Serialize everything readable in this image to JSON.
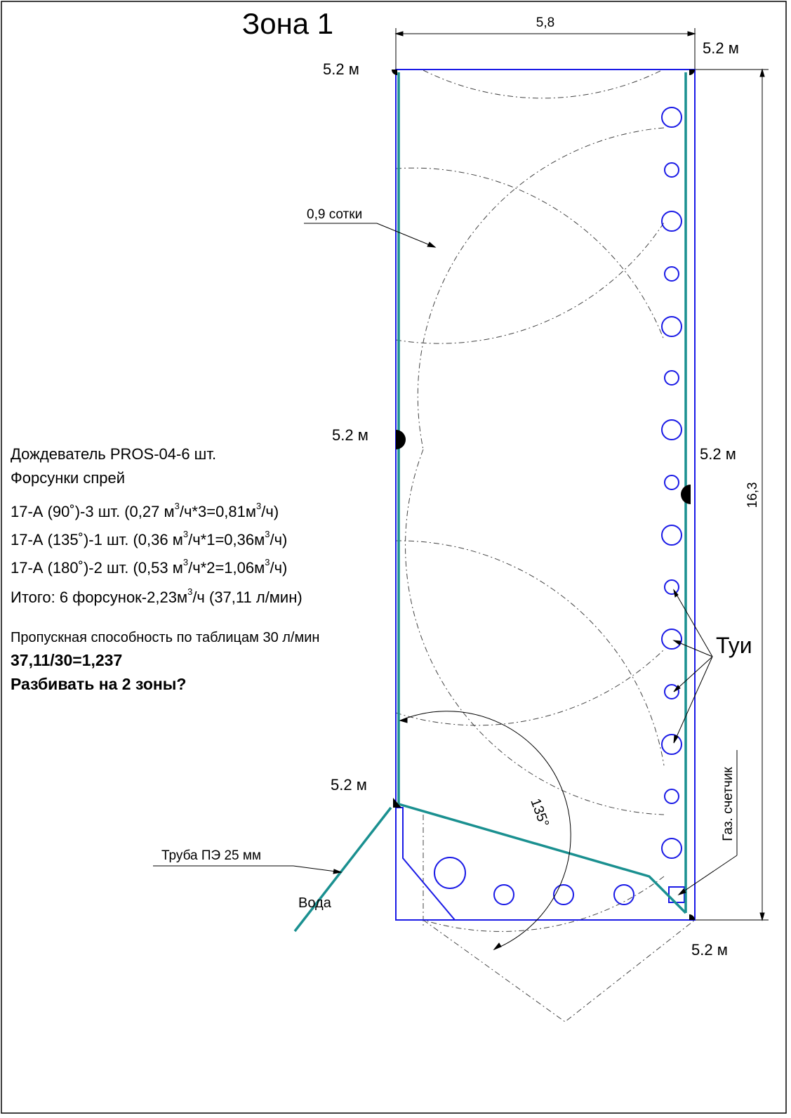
{
  "title": "Зона 1",
  "dimensions": {
    "width": "5,8",
    "length": "16,3"
  },
  "sprinkler_labels": {
    "top_left": "5.2 м",
    "top_right": "5.2 м",
    "mid_left": "5.2 м",
    "mid_right": "5.2 м",
    "bottom_left": "5.2 м",
    "bottom_right": "5.2 м"
  },
  "annotations": {
    "area": "0,9 сотки",
    "thuja": "Туи",
    "gas_meter": "Газ. счетчик",
    "angle": "135°",
    "pipe": "Труба ПЭ 25 мм",
    "water": "Вода"
  },
  "notes": {
    "line1": "Дождеватель PROS-04-6 шт.",
    "line2": "Форсунки спрей",
    "nozzles": [
      {
        "pre": "17-А (90˚)-3 шт. (0,27 м",
        "mid1": "/ч*3=0,81м",
        "post": "/ч)",
        "sup": "3"
      },
      {
        "pre": "17-А (135˚)-1 шт. (0,36 м",
        "mid1": "/ч*1=0,36м",
        "post": "/ч)",
        "sup": "3"
      },
      {
        "pre": "17-А (180˚)-2 шт. (0,53 м",
        "mid1": "/ч*2=1,06м",
        "post": "/ч)",
        "sup": "3"
      }
    ],
    "total_pre": "Итого: 6 форсунок-2,23м",
    "total_post": "/ч (37,11 л/мин)",
    "total_sup": "3",
    "capacity": "Пропускная способность по таблицам 30 л/мин",
    "calc": "37,11/30=1,237",
    "question": "Разбивать на 2 зоны?"
  },
  "colors": {
    "border": "#1a1ae6",
    "pipe": "#1a9090",
    "arc": "#444444"
  }
}
